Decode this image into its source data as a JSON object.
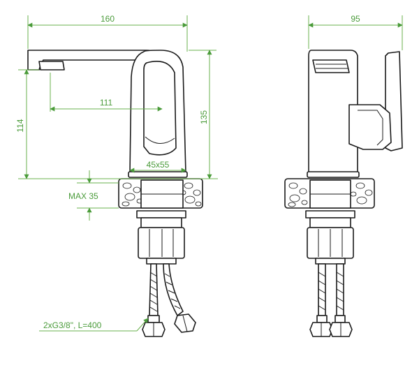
{
  "dimensions": {
    "side_width": "160",
    "spout_reach": "111",
    "base_height": "114",
    "total_height": "135",
    "handle_size": "45x55",
    "max_counter": "MAX 35",
    "front_width": "95"
  },
  "hoses_label": "2xG3/8\", L=400",
  "colors": {
    "dimension": "#4a9b3a",
    "outline": "#1a1a1a",
    "background": "#ffffff"
  }
}
